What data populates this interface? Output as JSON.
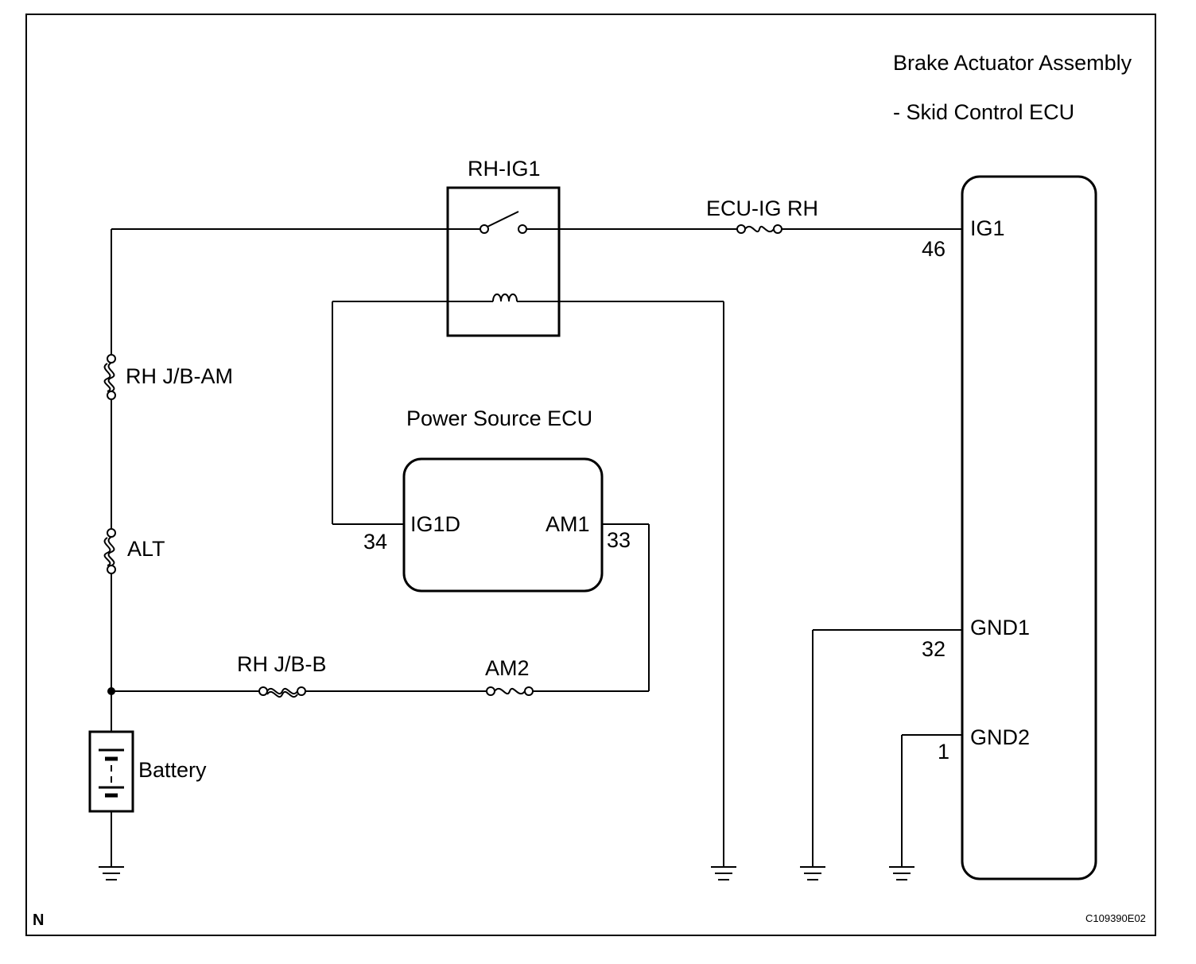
{
  "colors": {
    "ink": "#000000",
    "background": "#ffffff"
  },
  "labels": {
    "assembly_line1": "Brake Actuator Assembly",
    "assembly_line2": "- Skid Control ECU",
    "relay": "RH-IG1",
    "fuse_ecu_ig": "ECU-IG RH",
    "fuse_jb_am": "RH J/B-AM",
    "fuse_alt": "ALT",
    "fuse_jb_b": "RH J/B-B",
    "fuse_am2": "AM2",
    "power_ecu": "Power Source ECU",
    "battery": "Battery",
    "corner_mark": "N",
    "figure_code": "C109390E02"
  },
  "power_ecu_pins": {
    "ig1d": {
      "name": "IG1D",
      "number": "34"
    },
    "am1": {
      "name": "AM1",
      "number": "33"
    }
  },
  "skid_ecu_pins": {
    "ig1": {
      "name": "IG1",
      "number": "46"
    },
    "gnd1": {
      "name": "GND1",
      "number": "32"
    },
    "gnd2": {
      "name": "GND2",
      "number": "1"
    }
  }
}
